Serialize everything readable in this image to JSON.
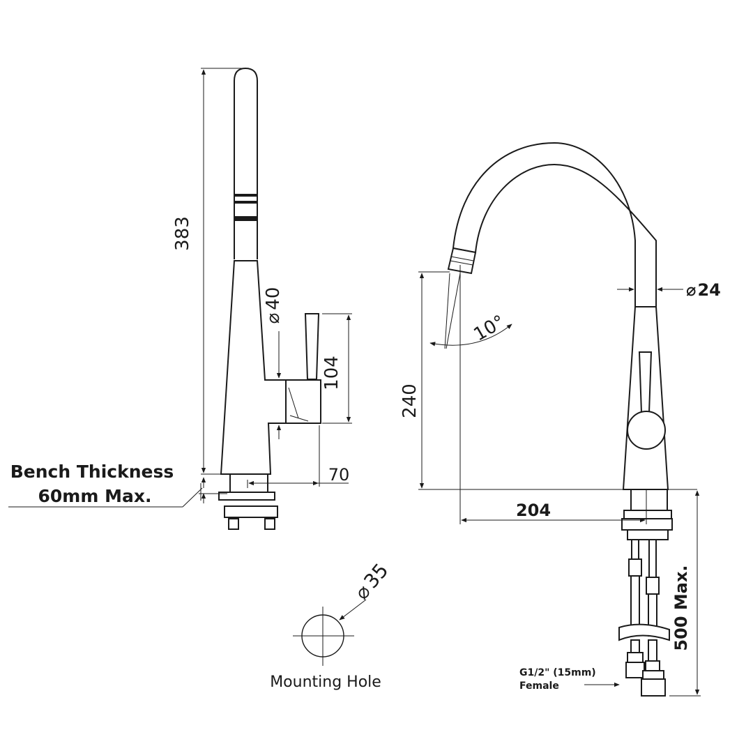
{
  "dimensions": {
    "left_height": "383",
    "handle_diameter": "40",
    "handle_height": "104",
    "base_offset": "70",
    "spout_height": "240",
    "spout_angle": "10°",
    "spout_reach": "204",
    "spout_diameter": "24",
    "hose_length": "500 Max.",
    "hole_diameter": "35"
  },
  "labels": {
    "bench_line1": "Bench Thickness",
    "bench_line2": "60mm Max.",
    "mounting_hole": "Mounting Hole",
    "connector_line1": "G1/2\" (15mm)",
    "connector_line2": "Female"
  },
  "symbols": {
    "diameter": "⌀"
  },
  "colors": {
    "line": "#1a1a1a",
    "background": "#ffffff"
  }
}
